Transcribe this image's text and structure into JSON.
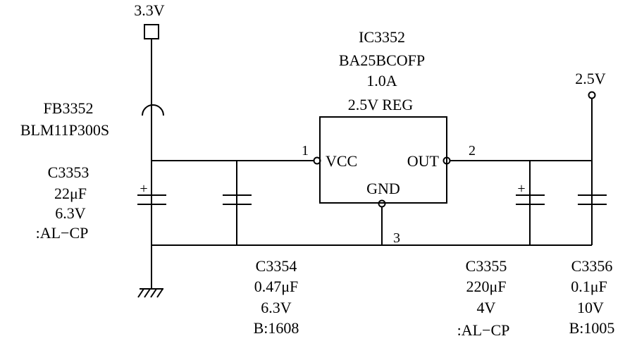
{
  "supply_in": {
    "label": "3.3V"
  },
  "supply_out": {
    "label": "2.5V"
  },
  "ferrite_bead": {
    "ref": "FB3352",
    "part": "BLM11P300S"
  },
  "regulator": {
    "ref": "IC3352",
    "part": "BA25BCOFP",
    "current": "1.0A",
    "description": "2.5V REG",
    "pins": {
      "vcc_name": "VCC",
      "out_name": "OUT",
      "gnd_name": "GND",
      "vcc_num": "1",
      "out_num": "2",
      "gnd_num": "3"
    }
  },
  "capacitors": {
    "c3353": {
      "ref": "C3353",
      "value": "22μF",
      "voltage": "6.3V",
      "type": ":AL−CP",
      "polarity": "+"
    },
    "c3354": {
      "ref": "C3354",
      "value": "0.47μF",
      "voltage": "6.3V",
      "type": "B:1608"
    },
    "c3355": {
      "ref": "C3355",
      "value": "220μF",
      "voltage": "4V",
      "type": ":AL−CP",
      "polarity": "+"
    },
    "c3356": {
      "ref": "C3356",
      "value": "0.1μF",
      "voltage": "10V",
      "type": "B:1005"
    }
  }
}
